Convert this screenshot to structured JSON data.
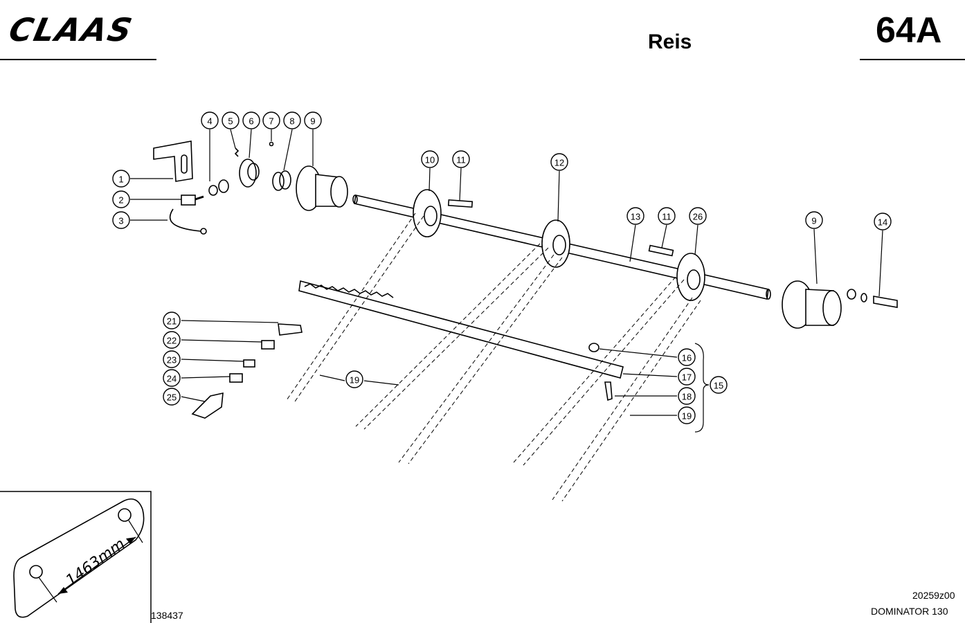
{
  "header": {
    "brand": "CLAAS",
    "title": "Reis",
    "page_number": "64A"
  },
  "footer": {
    "drawing_code": "20259z00",
    "model": "DOMINATOR 130",
    "inset_code": "138437"
  },
  "inset": {
    "dimension": "1463mm"
  },
  "callouts": [
    "1",
    "2",
    "3",
    "4",
    "5",
    "6",
    "7",
    "8",
    "9",
    "10",
    "11",
    "12",
    "13",
    "11",
    "26",
    "9",
    "14",
    "21",
    "22",
    "23",
    "24",
    "25",
    "19",
    "16",
    "17",
    "18",
    "19",
    "15"
  ]
}
